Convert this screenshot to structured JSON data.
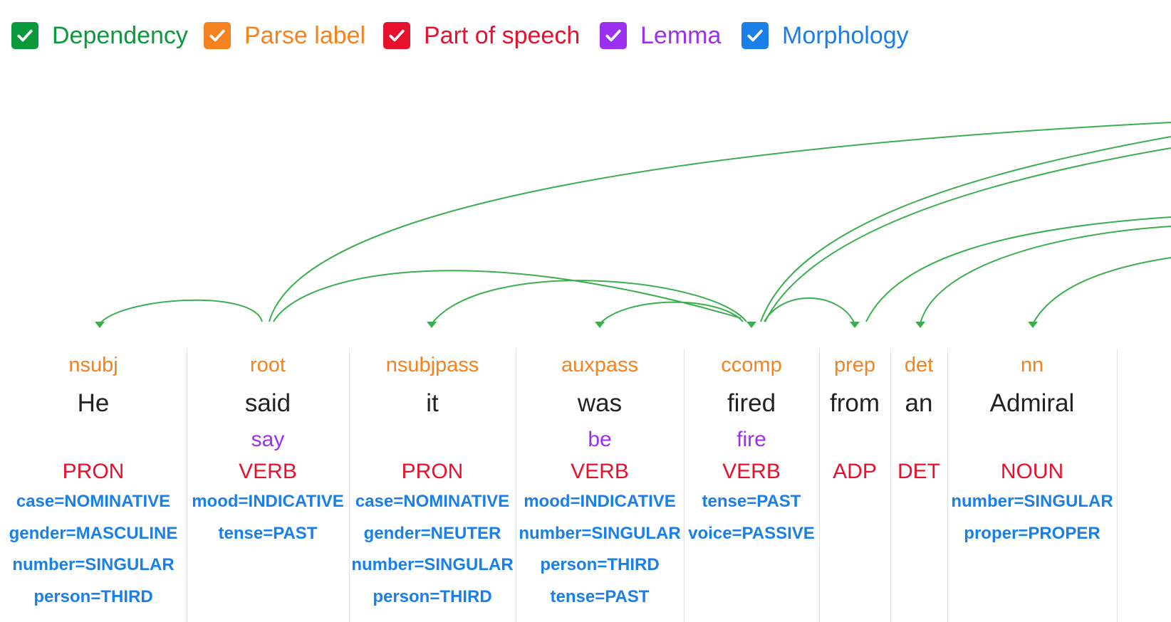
{
  "colors": {
    "dependency": "#0a9a3c",
    "parse_label": "#f5821f",
    "part_of_speech": "#e8112d",
    "lemma": "#9b30ef",
    "morphology": "#1a7fe8",
    "arc": "#3cae4f"
  },
  "legend": [
    {
      "label": "Dependency",
      "checked": true,
      "color": "#0a9a3c",
      "icon": "checkmark-icon"
    },
    {
      "label": "Parse label",
      "checked": true,
      "color": "#f5821f",
      "icon": "checkmark-icon"
    },
    {
      "label": "Part of speech",
      "checked": true,
      "color": "#e8112d",
      "icon": "checkmark-icon"
    },
    {
      "label": "Lemma",
      "checked": true,
      "color": "#9b30ef",
      "icon": "checkmark-icon"
    },
    {
      "label": "Morphology",
      "checked": true,
      "color": "#1a7fe8",
      "icon": "checkmark-icon"
    }
  ],
  "tokens": [
    {
      "parse": "nsubj",
      "word": "He",
      "lemma": "",
      "pos": "PRON",
      "morph": [
        "case=NOMINATIVE",
        "gender=MASCULINE",
        "number=SINGULAR",
        "person=THIRD"
      ]
    },
    {
      "parse": "root",
      "word": "said",
      "lemma": "say",
      "pos": "VERB",
      "morph": [
        "mood=INDICATIVE",
        "tense=PAST"
      ]
    },
    {
      "parse": "nsubjpass",
      "word": "it",
      "lemma": "",
      "pos": "PRON",
      "morph": [
        "case=NOMINATIVE",
        "gender=NEUTER",
        "number=SINGULAR",
        "person=THIRD"
      ]
    },
    {
      "parse": "auxpass",
      "word": "was",
      "lemma": "be",
      "pos": "VERB",
      "morph": [
        "mood=INDICATIVE",
        "number=SINGULAR",
        "person=THIRD",
        "tense=PAST"
      ]
    },
    {
      "parse": "ccomp",
      "word": "fired",
      "lemma": "fire",
      "pos": "VERB",
      "morph": [
        "tense=PAST",
        "voice=PASSIVE"
      ]
    },
    {
      "parse": "prep",
      "word": "from",
      "lemma": "",
      "pos": "ADP",
      "morph": []
    },
    {
      "parse": "det",
      "word": "an",
      "lemma": "",
      "pos": "DET",
      "morph": []
    },
    {
      "parse": "nn",
      "word": "Admiral",
      "lemma": "",
      "pos": "NOUN",
      "morph": [
        "number=SINGULAR",
        "proper=PROPER"
      ]
    }
  ]
}
